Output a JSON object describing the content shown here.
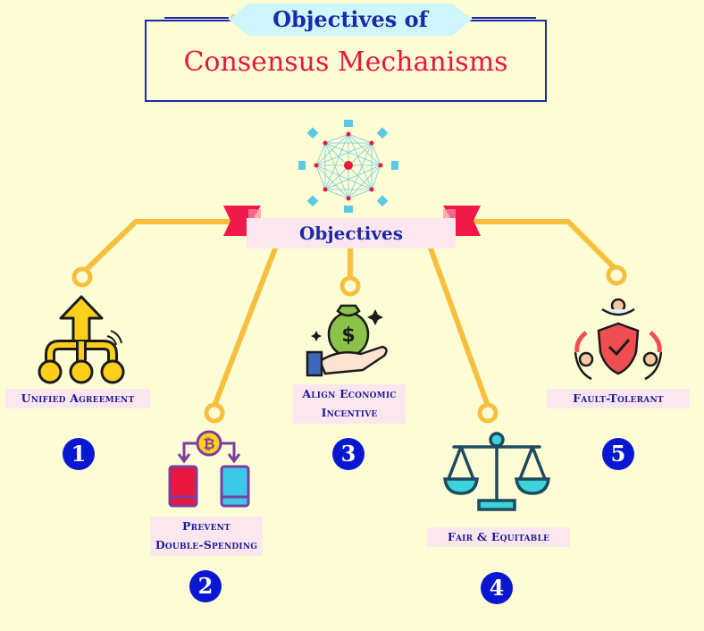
{
  "title": {
    "line1": "Objectives of",
    "line2": "Consensus Mechanisms"
  },
  "center_label": "Objectives",
  "objectives": [
    {
      "number": "1",
      "label": "Unified Agreement",
      "icon": "hierarchy-arrow-icon"
    },
    {
      "number": "2",
      "label_line1": "Prevent",
      "label_line2": "Double-Spending",
      "icon": "bitcoin-transfer-icon"
    },
    {
      "number": "3",
      "label_line1": "Align Economic",
      "label_line2": "Incentive",
      "icon": "money-bag-hand-icon"
    },
    {
      "number": "4",
      "label": "Fair & Equitable",
      "icon": "balance-scale-icon"
    },
    {
      "number": "5",
      "label": "Fault-Tolerant",
      "icon": "shield-people-icon"
    }
  ],
  "colors": {
    "background": "#fdfdd5",
    "connector": "#f8bf3f",
    "title_blue": "#1c2aa8",
    "title_red": "#e8173d",
    "badge": "#0a17d1",
    "label_bg": "#fde7ef",
    "ribbon": "#f0194a"
  }
}
